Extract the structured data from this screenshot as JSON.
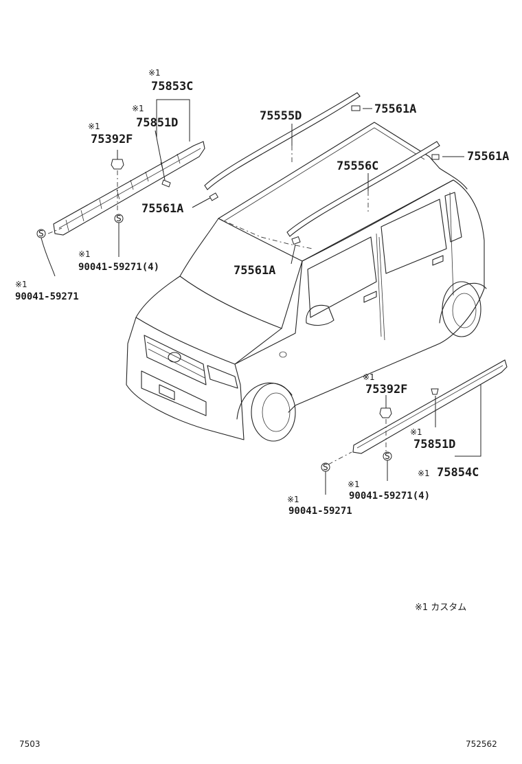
{
  "diagram": {
    "mark": "※1",
    "labels": {
      "lbl_75853C": "75853C",
      "lbl_75851D_upper": "75851D",
      "lbl_75392F_upper": "75392F",
      "lbl_75555D": "75555D",
      "lbl_75561A_1": "75561A",
      "lbl_75561A_2": "75561A",
      "lbl_75556C": "75556C",
      "lbl_75561A_3": "75561A",
      "lbl_75561A_4": "75561A",
      "lbl_bolt_upper_4": "90041-59271(4)",
      "lbl_bolt_upper_1": "90041-59271",
      "lbl_75392F_lower": "75392F",
      "lbl_75851D_lower": "75851D",
      "lbl_75854C": "75854C",
      "lbl_bolt_lower_4": "90041-59271(4)",
      "lbl_bolt_lower_1": "90041-59271"
    },
    "bolt_symbol": "S",
    "legend_note": "※1 カスタム",
    "footer_left": "7503",
    "footer_right": "752562"
  }
}
